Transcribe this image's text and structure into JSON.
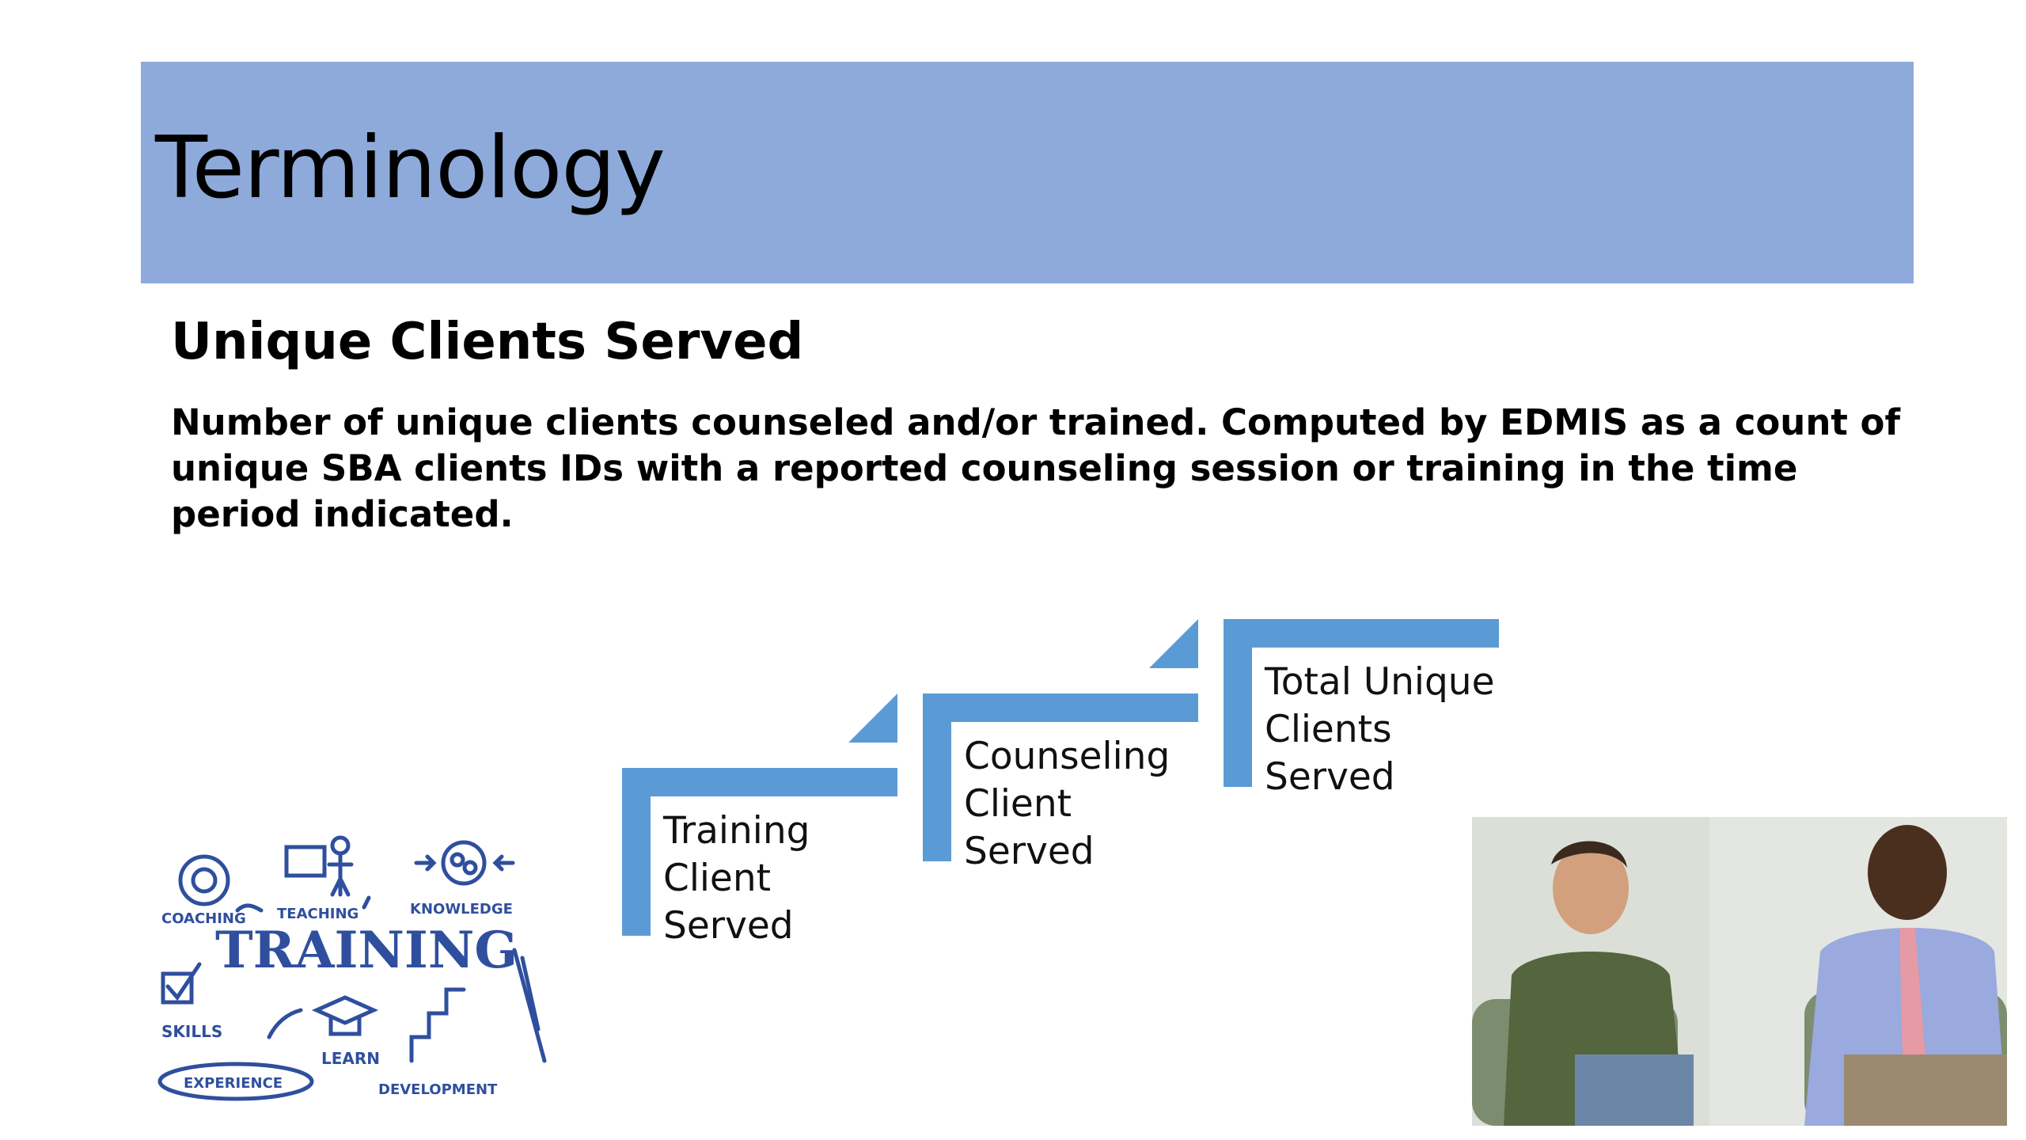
{
  "slide": {
    "title": "Terminology",
    "subtitle": "Unique Clients Served",
    "definition": "Number of unique clients counseled and/or trained. Computed by EDMIS as a count of unique SBA clients IDs with a reported counseling session or training in the time period indicated."
  },
  "steps": [
    {
      "lines": [
        "Training",
        "Client",
        "Served"
      ]
    },
    {
      "lines": [
        "Counseling",
        "Client",
        "Served"
      ]
    },
    {
      "lines": [
        "Total Unique",
        "Clients",
        "Served"
      ]
    }
  ],
  "training_graphic": {
    "heading": "TRAINING",
    "words": [
      "COACHING",
      "TEACHING",
      "KNOWLEDGE",
      "SKILLS",
      "LEARN",
      "EXPERIENCE",
      "DEVELOPMENT"
    ]
  },
  "colors": {
    "title_bar": "#8eaadb",
    "step_blue": "#5b9bd5",
    "graphic_blue": "#2f4f9e"
  }
}
